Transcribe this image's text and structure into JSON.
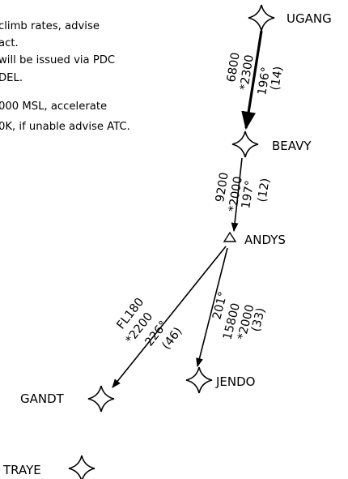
{
  "notes": [
    "climb rates, advise",
    "act.",
    "will be issued via PDC",
    "DEL.",
    "000 MSL, accelerate",
    "0K, if unable advise ATC."
  ],
  "fixes": [
    {
      "id": "ugang",
      "name": "UGANG",
      "symbol": "flyby-waypoint"
    },
    {
      "id": "beavy",
      "name": "BEAVY",
      "symbol": "flyby-waypoint"
    },
    {
      "id": "andys",
      "name": "ANDYS",
      "symbol": "triangle-waypoint"
    },
    {
      "id": "gandt",
      "name": "GANDT",
      "symbol": "flyby-waypoint"
    },
    {
      "id": "jendo",
      "name": "JENDO",
      "symbol": "flyby-waypoint"
    },
    {
      "id": "traye",
      "name": "TRAYE",
      "symbol": "flyby-waypoint"
    }
  ],
  "legs": [
    {
      "id": "ugang-beavy",
      "from": "UGANG",
      "to": "BEAVY",
      "altitude": "6800",
      "climb": "*2300",
      "course": "196°",
      "distance": "(14)"
    },
    {
      "id": "beavy-andys",
      "from": "BEAVY",
      "to": "ANDYS",
      "altitude": "9200",
      "climb": "*2000",
      "course": "197°",
      "distance": "(12)"
    },
    {
      "id": "andys-gandt",
      "from": "ANDYS",
      "to": "GANDT",
      "altitude": "FL180",
      "climb": "*2200",
      "course": "226°",
      "distance": "(46)"
    },
    {
      "id": "andys-jendo",
      "from": "ANDYS",
      "to": "JENDO",
      "course": "201°",
      "altitude": "15800",
      "climb": "*2000",
      "distance": "(33)"
    }
  ]
}
